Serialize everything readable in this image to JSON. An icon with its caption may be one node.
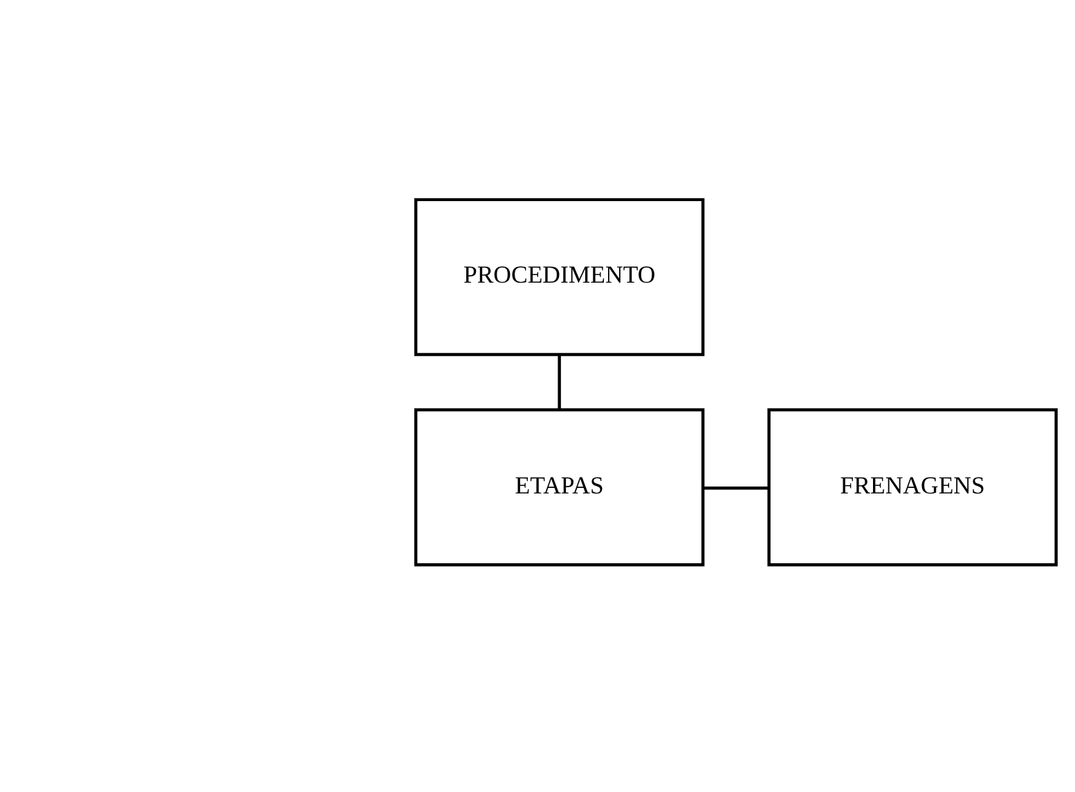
{
  "diagram": {
    "nodes": [
      {
        "text": [
          "PROCEDIMENTO"
        ]
      },
      {
        "text": [
          "ETAPAS"
        ]
      },
      {
        "text": [
          "FRENAGENS"
        ]
      }
    ],
    "edges": [
      {
        "from": 0,
        "to": 1,
        "arrow": "none"
      },
      {
        "from": 1,
        "to": 2,
        "arrow": "none"
      }
    ]
  }
}
